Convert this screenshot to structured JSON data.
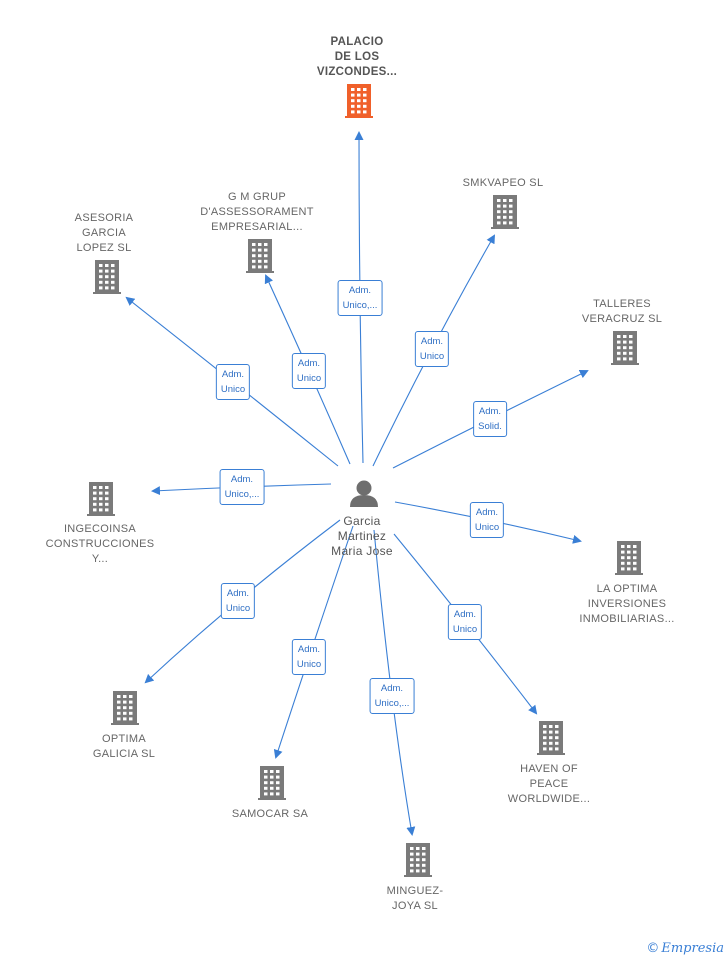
{
  "center": {
    "name": "Garcia Martinez Maria Jose",
    "lines": [
      "Garcia",
      "Martinez",
      "Maria Jose"
    ],
    "icon": "person-icon"
  },
  "companies": [
    {
      "id": "palacio",
      "lines": [
        "PALACIO",
        "DE LOS",
        "VIZCONDES..."
      ],
      "relation": [
        "Adm.",
        "Unico,..."
      ],
      "highlight": true
    },
    {
      "id": "gm_grup",
      "lines": [
        "G M GRUP",
        "D'ASSESSORAMENT",
        "EMPRESARIAL..."
      ],
      "relation": [
        "Adm.",
        "Unico"
      ],
      "highlight": false
    },
    {
      "id": "asesoria",
      "lines": [
        "ASESORIA",
        "GARCIA",
        "LOPEZ SL"
      ],
      "relation": [
        "Adm.",
        "Unico"
      ],
      "highlight": false
    },
    {
      "id": "smkvapeo",
      "lines": [
        "SMKVAPEO  SL"
      ],
      "relation": [
        "Adm.",
        "Unico"
      ],
      "highlight": false
    },
    {
      "id": "talleres",
      "lines": [
        "TALLERES",
        "VERACRUZ  SL"
      ],
      "relation": [
        "Adm.",
        "Solid."
      ],
      "highlight": false
    },
    {
      "id": "ingecoinsa",
      "lines": [
        "INGECOINSA",
        "CONSTRUCCIONES",
        "Y..."
      ],
      "relation": [
        "Adm.",
        "Unico,..."
      ],
      "highlight": false
    },
    {
      "id": "la_optima",
      "lines": [
        "LA OPTIMA",
        "INVERSIONES",
        "INMOBILIARIAS..."
      ],
      "relation": [
        "Adm.",
        "Unico"
      ],
      "highlight": false
    },
    {
      "id": "optima_galicia",
      "lines": [
        "OPTIMA",
        "GALICIA  SL"
      ],
      "relation": [
        "Adm.",
        "Unico"
      ],
      "highlight": false
    },
    {
      "id": "samocar",
      "lines": [
        "SAMOCAR SA"
      ],
      "relation": [
        "Adm.",
        "Unico"
      ],
      "highlight": false
    },
    {
      "id": "minguez",
      "lines": [
        "MINGUEZ-",
        "JOYA  SL"
      ],
      "relation": [
        "Adm.",
        "Unico,..."
      ],
      "highlight": false
    },
    {
      "id": "haven",
      "lines": [
        "HAVEN OF",
        "PEACE",
        "WORLDWIDE..."
      ],
      "relation": [
        "Adm.",
        "Unico"
      ],
      "highlight": false
    }
  ],
  "colors": {
    "edge": "#3a7fd5",
    "building": "#7a7a7a",
    "highlight": "#f0602a",
    "person": "#6e6e6e"
  },
  "footer": {
    "copyright": "©",
    "brand": "Empresia"
  }
}
